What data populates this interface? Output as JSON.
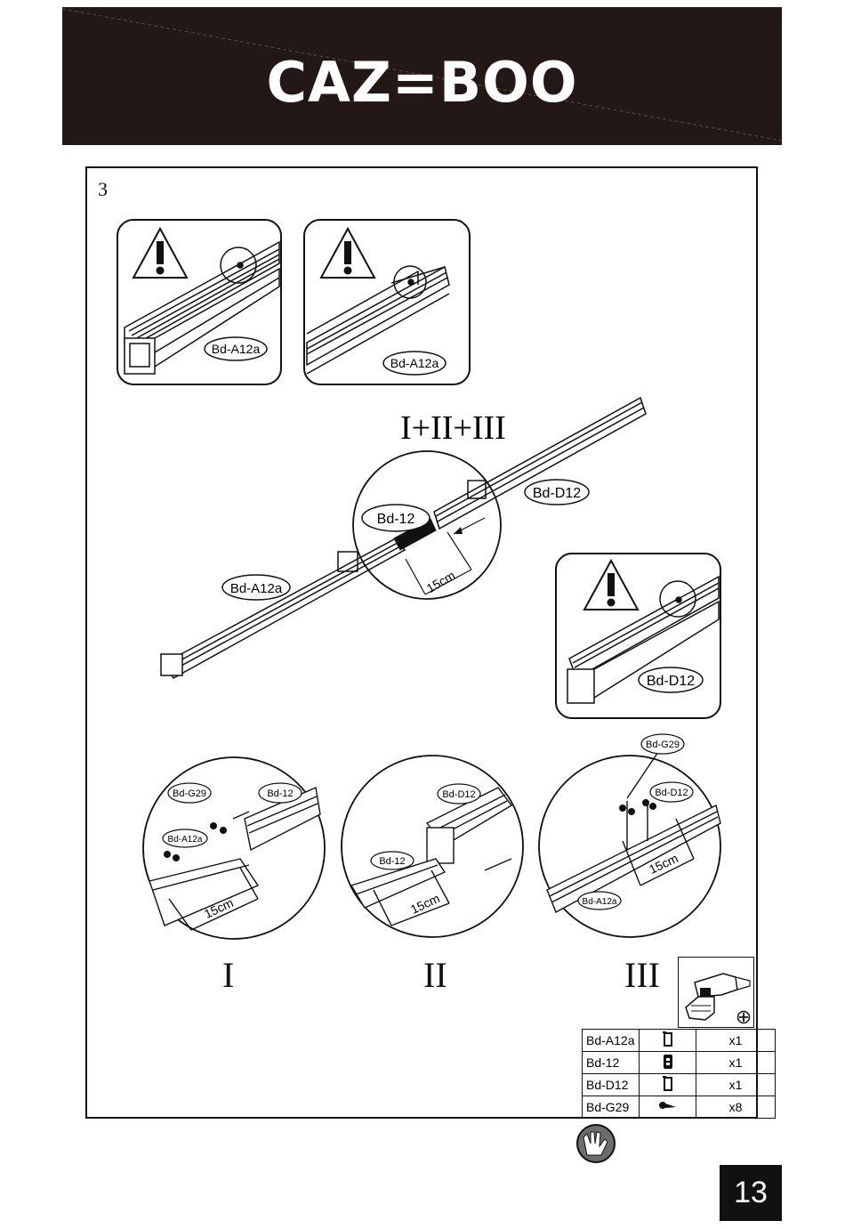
{
  "header": {
    "brand": "CAZ=BOO"
  },
  "step": {
    "number": "3"
  },
  "warnings": [
    {
      "part_label": "Bd-A12a"
    },
    {
      "part_label": "Bd-A12a"
    },
    {
      "part_label": "Bd-D12"
    }
  ],
  "overview": {
    "sequence": "I+II+III",
    "labels": {
      "rail_left": "Bd-A12a",
      "connector": "Bd-12",
      "rail_right": "Bd-D12",
      "distance": "15cm"
    }
  },
  "details": [
    {
      "roman": "I",
      "labels": [
        "Bd-G29",
        "Bd-12",
        "Bd-A12a"
      ],
      "distance": "15cm"
    },
    {
      "roman": "II",
      "labels": [
        "Bd-D12",
        "Bd-12"
      ],
      "distance": "15cm"
    },
    {
      "roman": "III",
      "labels": [
        "Bd-G29",
        "Bd-D12",
        "Bd-A12a"
      ],
      "distance": "15cm"
    }
  ],
  "parts_table": {
    "rows": [
      {
        "code": "Bd-A12a",
        "icon": "rail-profile-icon",
        "qty": "x1"
      },
      {
        "code": "Bd-12",
        "icon": "connector-icon",
        "qty": "x1"
      },
      {
        "code": "Bd-D12",
        "icon": "rail-profile-icon",
        "qty": "x1"
      },
      {
        "code": "Bd-G29",
        "icon": "screw-icon",
        "qty": "x8"
      }
    ]
  },
  "tools": {
    "drill_icon": "drill-icon",
    "bit_icon": "phillips-bit-icon",
    "gloves_icon": "gloves-icon"
  },
  "page": {
    "number": "13"
  }
}
